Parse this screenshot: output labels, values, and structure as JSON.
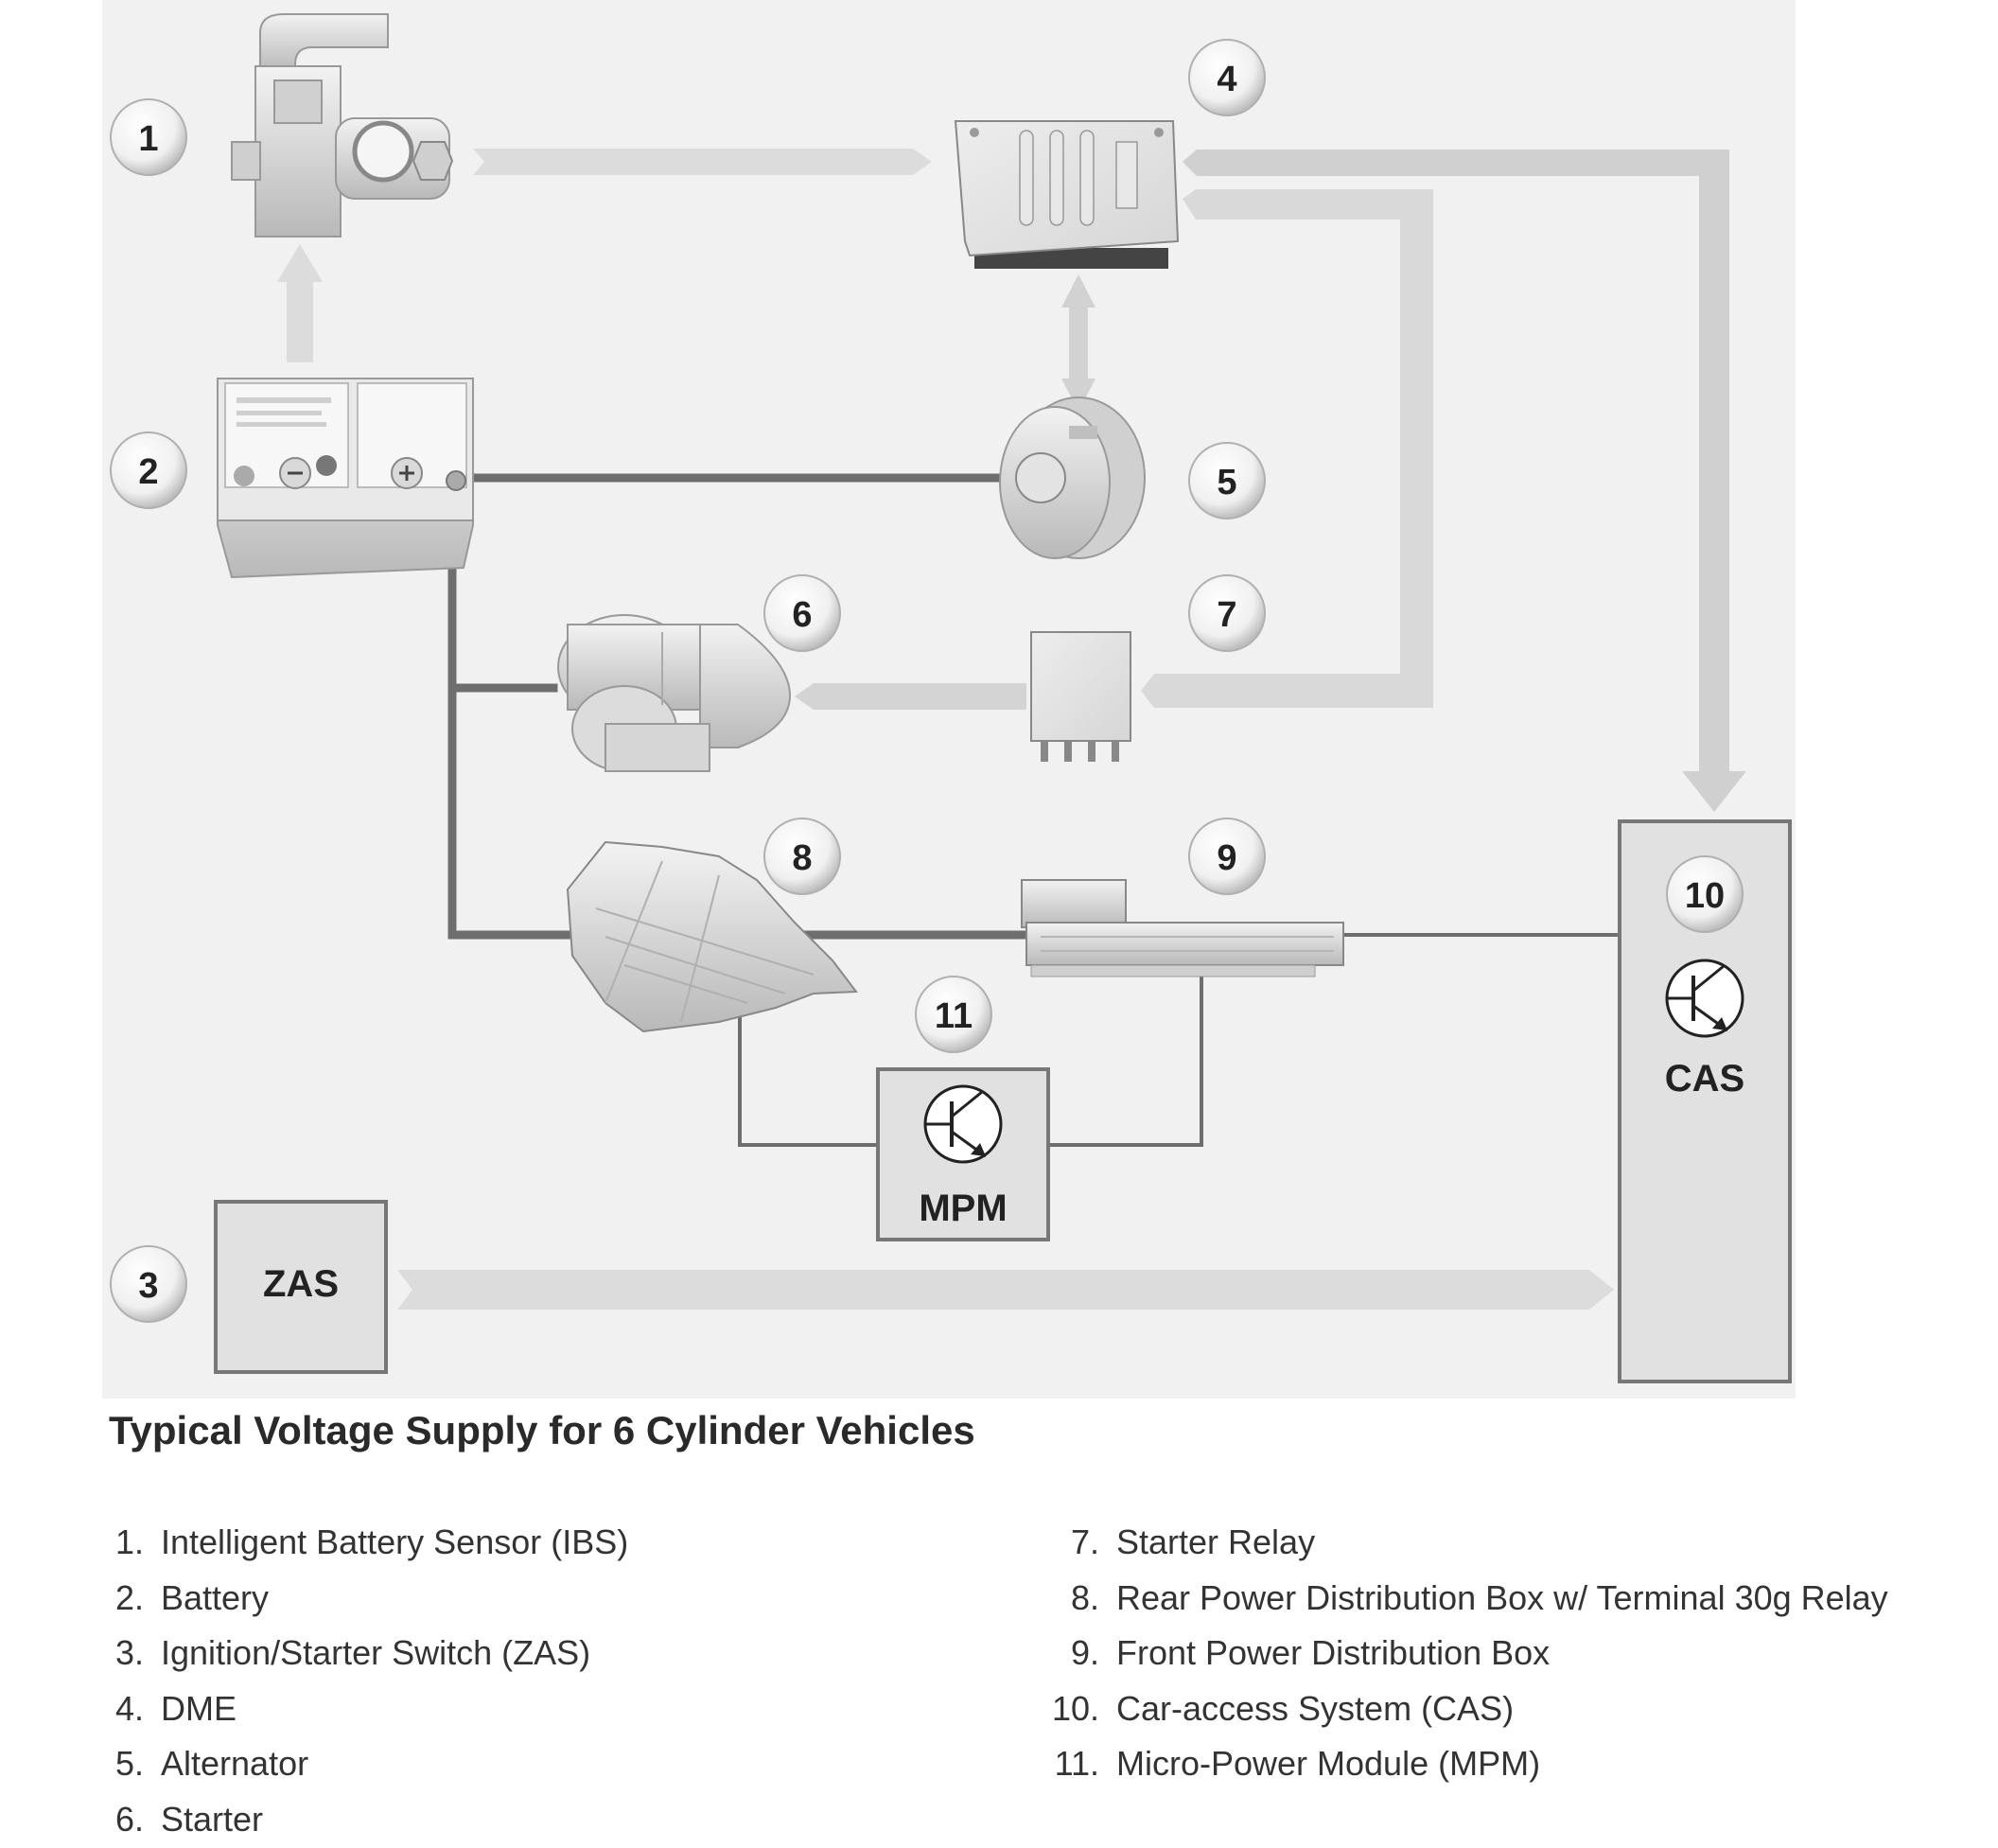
{
  "callouts": {
    "c1": "1",
    "c2": "2",
    "c3": "3",
    "c4": "4",
    "c5": "5",
    "c6": "6",
    "c7": "7",
    "c8": "8",
    "c9": "9",
    "c10": "10",
    "c11": "11"
  },
  "boxes": {
    "zas": "ZAS",
    "mpm": "MPM",
    "cas": "CAS"
  },
  "caption": "Typical Voltage Supply for 6 Cylinder Vehicles",
  "legend": {
    "left": [
      {
        "num": "1.",
        "label": "Intelligent Battery Sensor (IBS)"
      },
      {
        "num": "2.",
        "label": "Battery"
      },
      {
        "num": "3.",
        "label": "Ignition/Starter Switch (ZAS)"
      },
      {
        "num": "4.",
        "label": "DME"
      },
      {
        "num": "5.",
        "label": "Alternator"
      },
      {
        "num": "6.",
        "label": "Starter"
      }
    ],
    "right": [
      {
        "num": "7.",
        "label": "Starter Relay"
      },
      {
        "num": "8.",
        "label": "Rear Power Distribution Box w/ Terminal 30g Relay"
      },
      {
        "num": "9.",
        "label": "Front Power Distribution Box"
      },
      {
        "num": "10.",
        "label": "Car-access System (CAS)"
      },
      {
        "num": "11.",
        "label": "Micro-Power Module (MPM)"
      }
    ]
  },
  "colors": {
    "background_panel": "#f1f1f1",
    "arrow_light": "#dcdcdc",
    "arrow_dark": "#a8a8a8",
    "wire": "#6e6e6e"
  },
  "icons": [
    "transistor-icon",
    "ibs-sensor-icon",
    "battery-icon",
    "dme-module-icon",
    "alternator-icon",
    "starter-motor-icon",
    "relay-icon",
    "distribution-box-icon"
  ]
}
